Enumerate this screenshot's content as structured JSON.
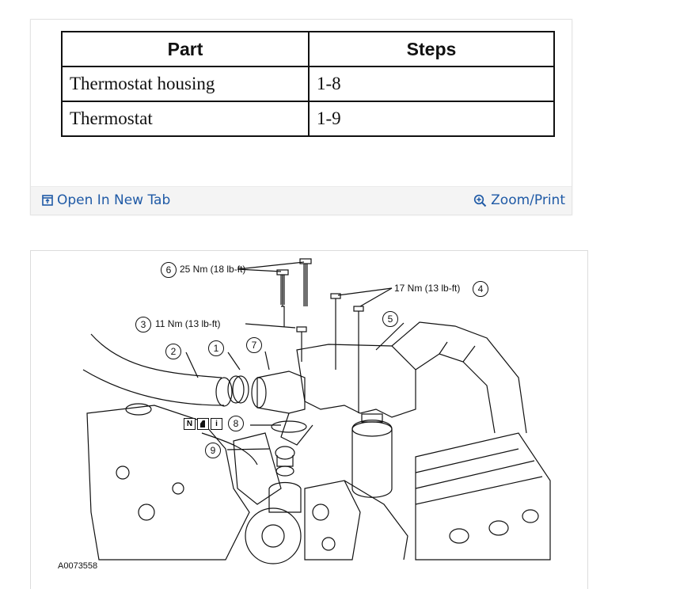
{
  "table": {
    "headers": [
      "Part",
      "Steps"
    ],
    "rows": [
      [
        "Thermostat housing",
        "1-8"
      ],
      [
        "Thermostat",
        "1-9"
      ]
    ]
  },
  "footer": {
    "open_label": "Open In New Tab",
    "zoom_label": "Zoom/Print",
    "open_icon": "open-external-icon",
    "zoom_icon": "zoom-in-icon",
    "link_color": "#1f5aa6"
  },
  "diagram": {
    "figure_id": "A0073558",
    "torque_6": "25 Nm (18 lb-ft)",
    "torque_4": "17 Nm (13 lb-ft)",
    "torque_3": "11 Nm (13 lb-ft)",
    "callouts": [
      "1",
      "2",
      "3",
      "4",
      "5",
      "6",
      "7",
      "8",
      "9"
    ],
    "badges": [
      "N",
      "i"
    ]
  }
}
